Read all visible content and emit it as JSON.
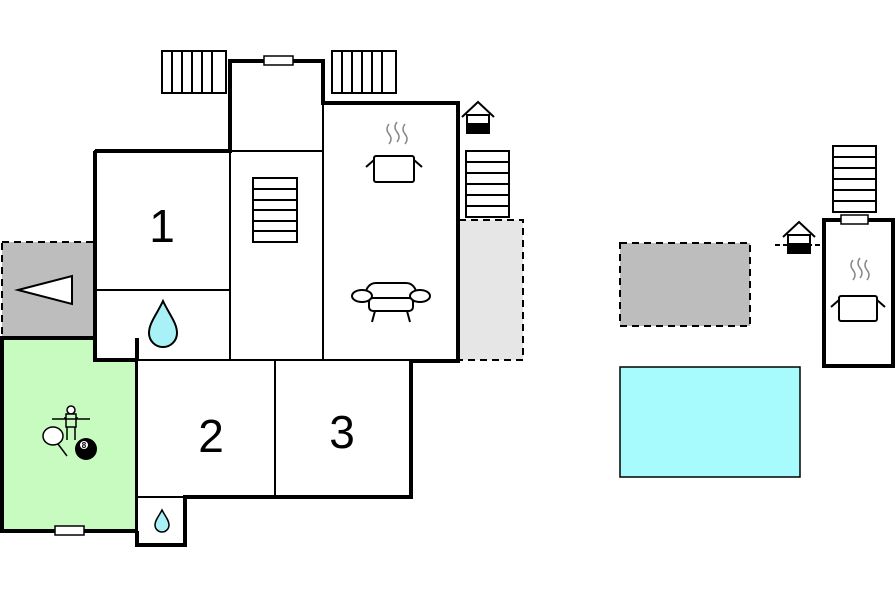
{
  "rooms": {
    "bedroom_1": {
      "label": "1"
    },
    "bedroom_2": {
      "label": "2"
    },
    "bedroom_3": {
      "label": "3"
    },
    "activity_room": {
      "ball_label": "8"
    }
  },
  "colors": {
    "wall": "#000000",
    "floor": "#ffffff",
    "terrace": "#bdbdbd",
    "terrace_light": "#e6e6e6",
    "activity_room": "#c8fbbf",
    "pool": "#a8fbfc",
    "water": "#a8f2f7"
  },
  "icons": [
    "stairs-icon",
    "kitchen-pot-icon",
    "sofa-icon",
    "bathroom-drop-icon",
    "outdoor-shower-icon",
    "table-tennis-icon",
    "foosball-icon",
    "billiard-ball-icon",
    "house-entrance-icon",
    "window-icon",
    "arrow-icon"
  ]
}
